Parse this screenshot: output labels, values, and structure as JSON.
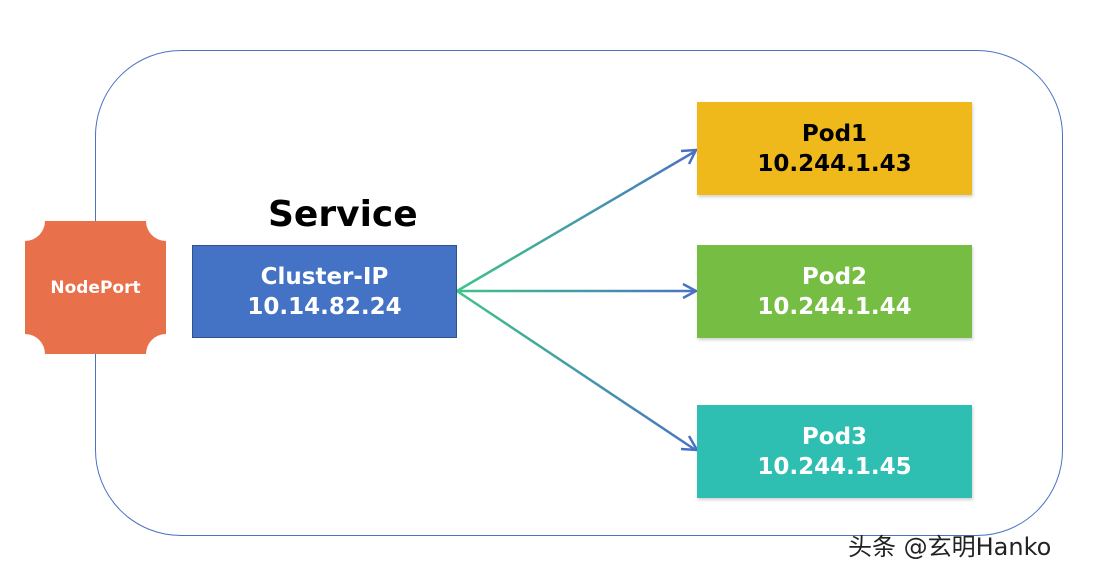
{
  "service": {
    "title": "Service",
    "line1": "Cluster-IP",
    "line2": "10.14.82.24",
    "color": "#4472c4"
  },
  "nodeport": {
    "label": "NodePort",
    "color": "#e8704a"
  },
  "pods": [
    {
      "name": "Pod1",
      "ip": "10.244.1.43",
      "color": "#f0b91b"
    },
    {
      "name": "Pod2",
      "ip": "10.244.1.44",
      "color": "#76bd43"
    },
    {
      "name": "Pod3",
      "ip": "10.244.1.45",
      "color": "#2ebfb2"
    }
  ],
  "cluster_border_color": "#4a72c4",
  "arrow_colors": [
    "#3fc489",
    "#4a72c4"
  ],
  "watermark": "头条 @玄明Hanko"
}
